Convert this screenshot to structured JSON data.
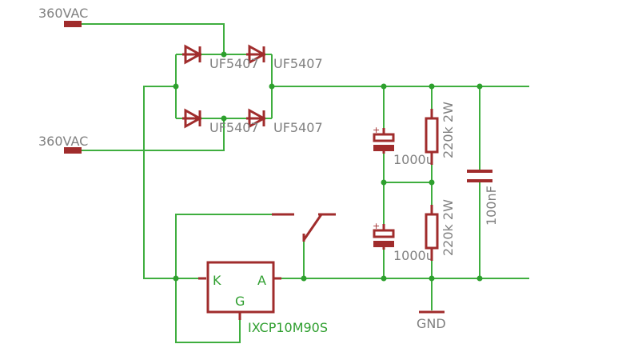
{
  "ports": {
    "ac_top": "360VAC",
    "ac_bottom": "360VAC",
    "ground": "GND"
  },
  "diodes": {
    "d1": "UF5407",
    "d2": "UF5407",
    "d3": "UF5407",
    "d4": "UF5407"
  },
  "capacitors": {
    "c_top": "1000u",
    "c_bottom": "1000u",
    "c_filter": "100nF",
    "polarity_mark": "+"
  },
  "resistors": {
    "r_top": "220k 2W",
    "r_bottom": "220k 2W"
  },
  "thyristor": {
    "name": "IXCP10M90S",
    "pin_k": "K",
    "pin_a": "A",
    "pin_g": "G"
  },
  "colors": {
    "wire": "#3fae3f",
    "part": "#a02c2c",
    "label": "#808080",
    "pin_label": "#2e9e2e"
  }
}
